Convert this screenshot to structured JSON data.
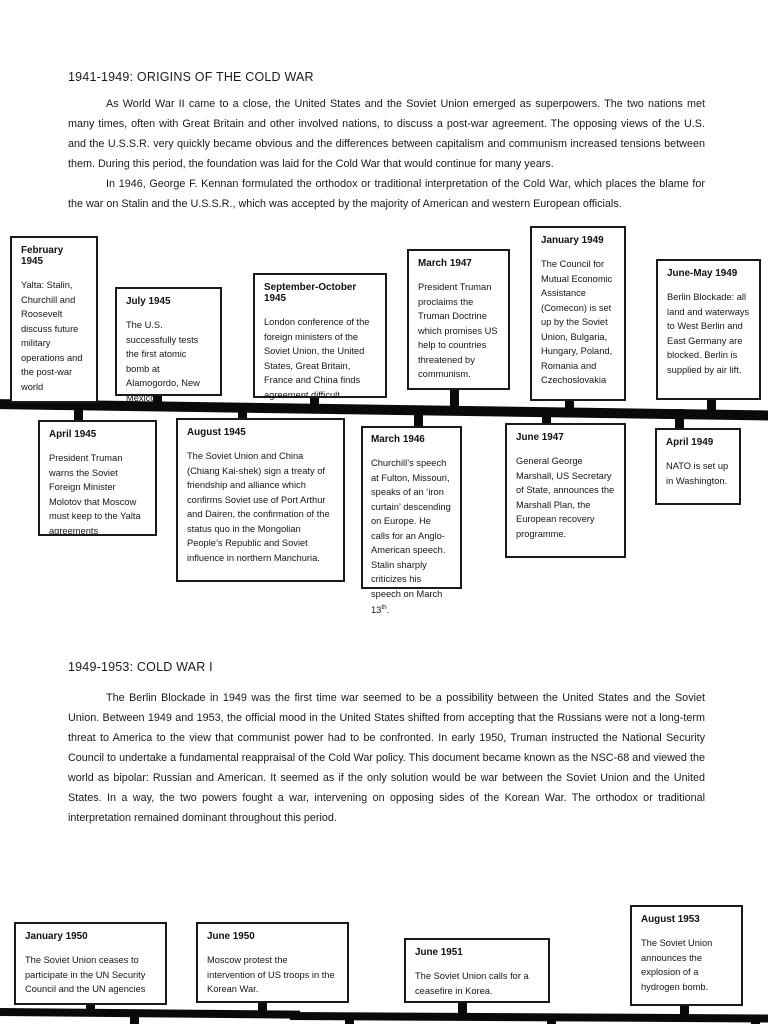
{
  "sections": [
    {
      "heading": "1941-1949: ORIGINS OF THE COLD WAR",
      "paragraphs": [
        "As World War II came to a close, the United States and the Soviet Union emerged as superpowers. The two nations met many times, often with Great Britain and other involved nations, to discuss a post-war agreement. The opposing views of the U.S. and the U.S.S.R. very quickly became obvious and the differences between capitalism and communism increased tensions between them. During this period, the foundation was laid for the Cold War that would continue for many years.",
        "In 1946, George F. Kennan formulated the orthodox or traditional interpretation of the Cold War, which places the blame for the war on Stalin and the U.S.S.R., which was accepted by the majority of American and western European officials."
      ]
    },
    {
      "heading": "1949-1953: COLD WAR I",
      "paragraphs": [
        "The Berlin Blockade in 1949 was the first time war seemed to be a possibility between the United States and the Soviet Union. Between 1949 and 1953, the official mood in the United States shifted from accepting that the Russians were not a long-term threat to America to the view that communist power had to be confronted. In early 1950, Truman instructed the National Security Council to undertake a fundamental reappraisal of the Cold War policy. This document became known as the NSC-68 and viewed the world as bipolar: Russian and American. It seemed as if the only solution would be war between the Soviet Union and the United States. In a way, the two powers fought a war, intervening on opposing sides of the Korean War. The orthodox or traditional interpretation remained dominant throughout this period."
      ]
    }
  ],
  "timeline1": {
    "above": [
      {
        "date": "February 1945",
        "text": "Yalta: Stalin, Churchill and Roosevelt discuss future military operations and the post-war world"
      },
      {
        "date": "July 1945",
        "text": "The U.S. successfully tests the first atomic bomb at Alamogordo, New Mexico"
      },
      {
        "date": "September-October 1945",
        "text": "London conference of the foreign ministers of the Soviet Union, the United States, Great Britain, France and China finds agreement difficult."
      },
      {
        "date": "March 1947",
        "text": "President Truman proclaims the Truman Doctrine which promises US help to countries threatened by communism."
      },
      {
        "date": "January 1949",
        "text": "The Council for Mutual Economic Assistance (Comecon) is set up by the Soviet Union, Bulgaria, Hungary, Poland, Romania and Czechoslovakia"
      },
      {
        "date": "June-May 1949",
        "text": "Berlin Blockade: all land and waterways to West Berlin and East Germany are blocked. Berlin is supplied by air lift."
      }
    ],
    "below": [
      {
        "date": "April 1945",
        "text": "President Truman warns the Soviet Foreign Minister Molotov that Moscow must keep to the Yalta agreements"
      },
      {
        "date": "August 1945",
        "text": "The Soviet Union and China (Chiang Kai-shek) sign a treaty of friendship and alliance which confirms Soviet use of Port Arthur and Dairen, the confirmation of the status quo in the Mongolian People’s Republic and Soviet influence in northern Manchuria."
      },
      {
        "date": "March 1946",
        "text": "Churchill’s speech at Fulton, Missouri, speaks of an ‘iron curtain’ descending on Europe. He calls for an Anglo-American speech. Stalin sharply criticizes his speech on March 13",
        "text_sup": "th",
        "text_after": "."
      },
      {
        "date": "June 1947",
        "text": "General George Marshall, US Secretary of State, announces the Marshall Plan, the European recovery programme."
      },
      {
        "date": "April 1949",
        "text": "NATO is set up in Washington."
      }
    ]
  },
  "timeline2": {
    "above": [
      {
        "date": "January 1950",
        "text": "The Soviet Union ceases to participate in the UN Security Council and the UN agencies"
      },
      {
        "date": "June 1950",
        "text": "Moscow protest the intervention of US troops in the Korean War."
      },
      {
        "date": "June 1951",
        "text": "The Soviet Union calls for a ceasefire in Korea."
      },
      {
        "date": "August 1953",
        "text": "The Soviet Union announces the explosion of a hydrogen bomb."
      }
    ]
  }
}
